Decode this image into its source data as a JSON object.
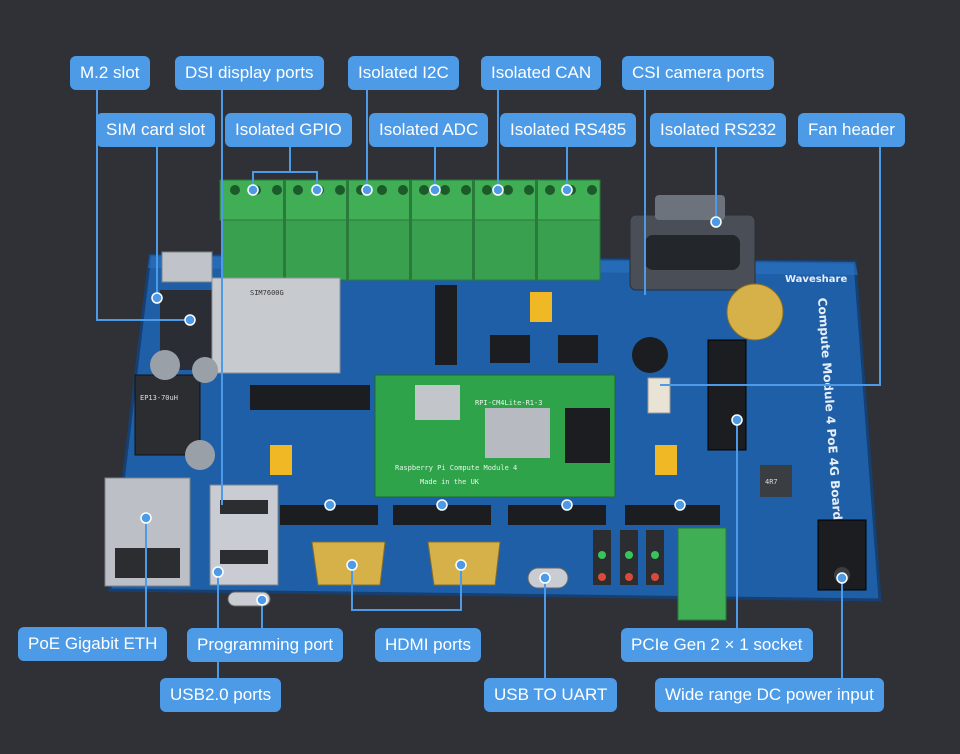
{
  "labels": {
    "m2_slot": "M.2 slot",
    "dsi_display_ports": "DSI display ports",
    "isolated_i2c": "Isolated I2C",
    "isolated_can": "Isolated CAN",
    "csi_camera_ports": "CSI camera ports",
    "sim_card_slot": "SIM card slot",
    "isolated_gpio": "Isolated GPIO",
    "isolated_adc": "Isolated ADC",
    "isolated_rs485": "Isolated RS485",
    "isolated_rs232": "Isolated RS232",
    "fan_header": "Fan header",
    "poe_gigabit_eth": "PoE Gigabit ETH",
    "programming_port": "Programming port",
    "hdmi_ports": "HDMI ports",
    "pcie_socket": "PCIe Gen 2 × 1 socket",
    "usb2_ports": "USB2.0 ports",
    "usb_to_uart": "USB TO UART",
    "dc_power_input": "Wide range DC power input"
  },
  "board": {
    "title": "Compute Module 4 PoE 4G Board",
    "brand": "Waveshare",
    "modem": "SIM7600G",
    "cm4_text": "Raspberry Pi Compute Module 4",
    "cm4_part": "RPI-CM4Lite-R1-3",
    "cm4_origin": "Made in the UK",
    "inductor": "EP13-70uH",
    "choke": "4R7"
  },
  "colors": {
    "label_bg": "#4d9be6",
    "background": "#2f3136",
    "pcb": "#1f5fa8",
    "terminal": "#3fae55",
    "cm4": "#2fa34a"
  }
}
